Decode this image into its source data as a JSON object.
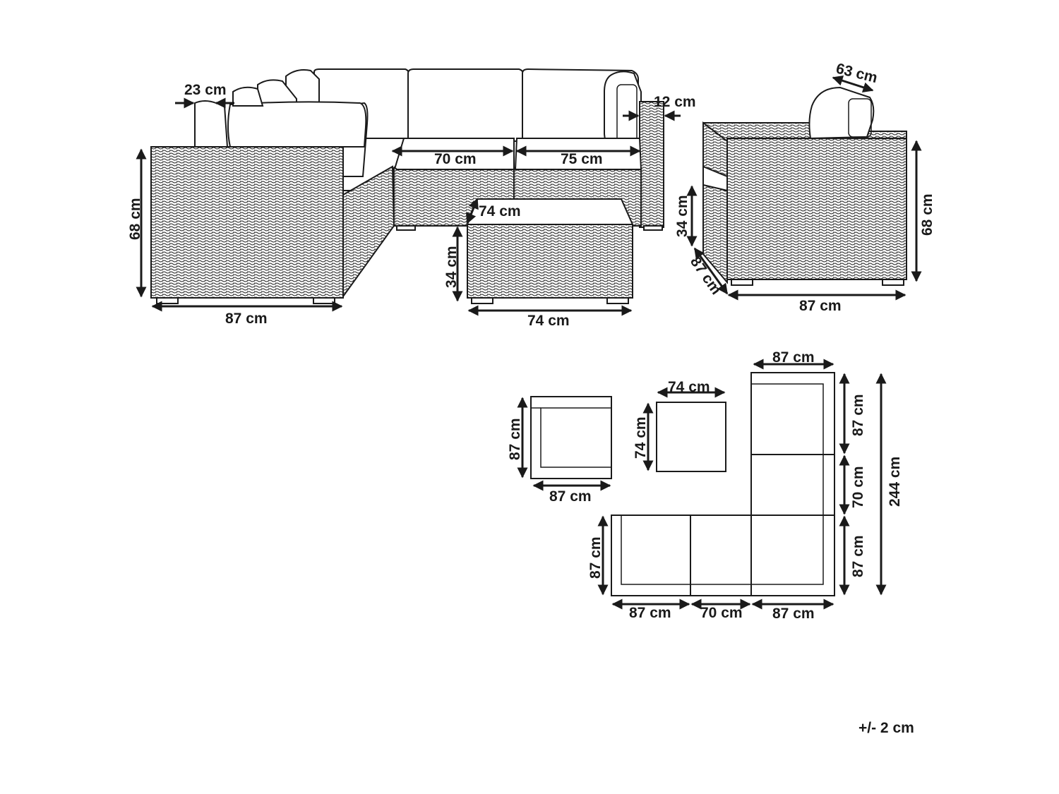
{
  "labels": {
    "sofa_arm_width": "23 cm",
    "sofa_height": "68 cm",
    "sofa_width": "87 cm",
    "seat_middle": "70 cm",
    "seat_right": "75 cm",
    "back_depth": "12 cm",
    "table_depth": "74 cm",
    "table_height": "34 cm",
    "table_width": "74 cm",
    "chair_pillow": "63 cm",
    "chair_seat_height": "34 cm",
    "chair_depth": "87 cm",
    "chair_height": "68 cm",
    "chair_width": "87 cm",
    "plan_chair_h": "87 cm",
    "plan_chair_w": "87 cm",
    "plan_table_w": "74 cm",
    "plan_table_h": "74 cm",
    "plan_top_w": "87 cm",
    "plan_v1": "87 cm",
    "plan_v2": "70 cm",
    "plan_v3": "87 cm",
    "plan_total": "244 cm",
    "plan_bottom_h": "87 cm",
    "plan_b1": "87 cm",
    "plan_b2": "70 cm",
    "plan_b3": "87 cm",
    "tolerance": "+/- 2 cm"
  },
  "colors": {
    "line": "#1a1a1a",
    "background": "#ffffff"
  }
}
